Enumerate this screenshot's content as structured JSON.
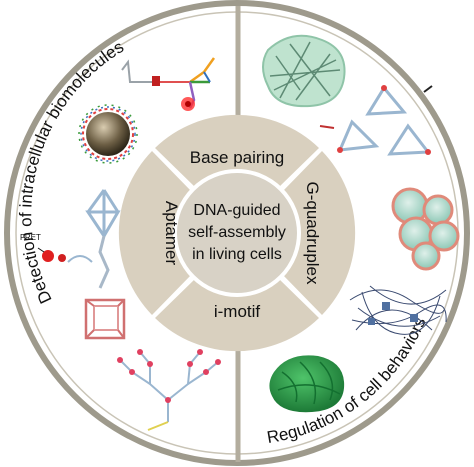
{
  "diagram": {
    "left_half_title": "Detection of intracellular biomolecules",
    "right_half_title": "Regulation of cell behaviors",
    "center_lines": [
      "DNA-guided",
      "self-assembly",
      "in living cells"
    ],
    "segments": {
      "top": "Base pairing",
      "right": "G-quadruplex",
      "bottom": "i-motif",
      "left": "Aptamer"
    },
    "fret_label": "FRET",
    "colors": {
      "outer_ring": "#9e9a8c",
      "segment_fill": "#d9d0bf",
      "center_fill": "#d8d2c6",
      "divider": "#b3ad9e"
    },
    "left_icons": [
      "aptamer-probe-icon",
      "gold-nanoparticle-icon",
      "dna-tetrahedron-fret-icon",
      "dna-dendrimer-icon"
    ],
    "right_icons": [
      "dna-hydrogel-network-icon",
      "dna-triangle-frames-icon",
      "cell-cluster-icon",
      "dna-fiber-network-icon",
      "green-hydrogel-icon"
    ]
  }
}
